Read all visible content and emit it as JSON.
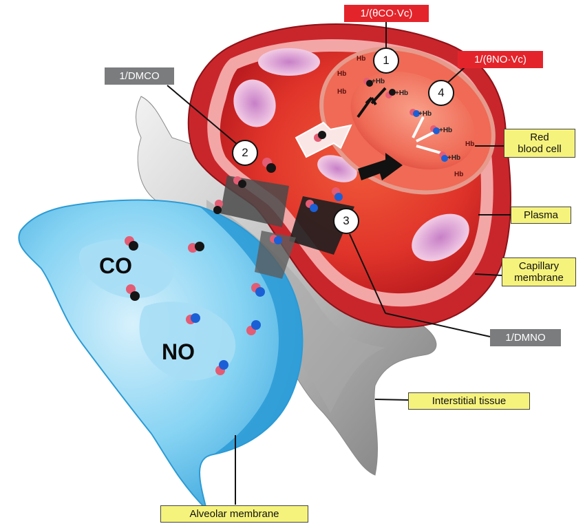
{
  "labels": {
    "formula_theta_co": "1/(θCO·Vc)",
    "formula_theta_no": "1/(θNO·Vc)",
    "formula_dmco": "1/DMCO",
    "formula_dmno": "1/DMNO",
    "red_blood_cell_line1": "Red",
    "red_blood_cell_line2": "blood cell",
    "plasma": "Plasma",
    "capillary_membrane_line1": "Capillary",
    "capillary_membrane_line2": "membrane",
    "interstitial_tissue": "Interstitial tissue",
    "alveolar_membrane": "Alveolar membrane",
    "co": "CO",
    "no": "NO"
  },
  "steps": [
    "1",
    "2",
    "3",
    "4"
  ],
  "hb_text": "Hb",
  "plus_hb_text": "+Hb",
  "colors": {
    "formula_red": "#e4242b",
    "formula_grey": "#7b7c7e",
    "label_yellow": "#f6f37c",
    "alveolar_blue": "#5bc2ec",
    "capillary_red": "#d8262c",
    "interstitial_grey": "#9c9c9c"
  }
}
